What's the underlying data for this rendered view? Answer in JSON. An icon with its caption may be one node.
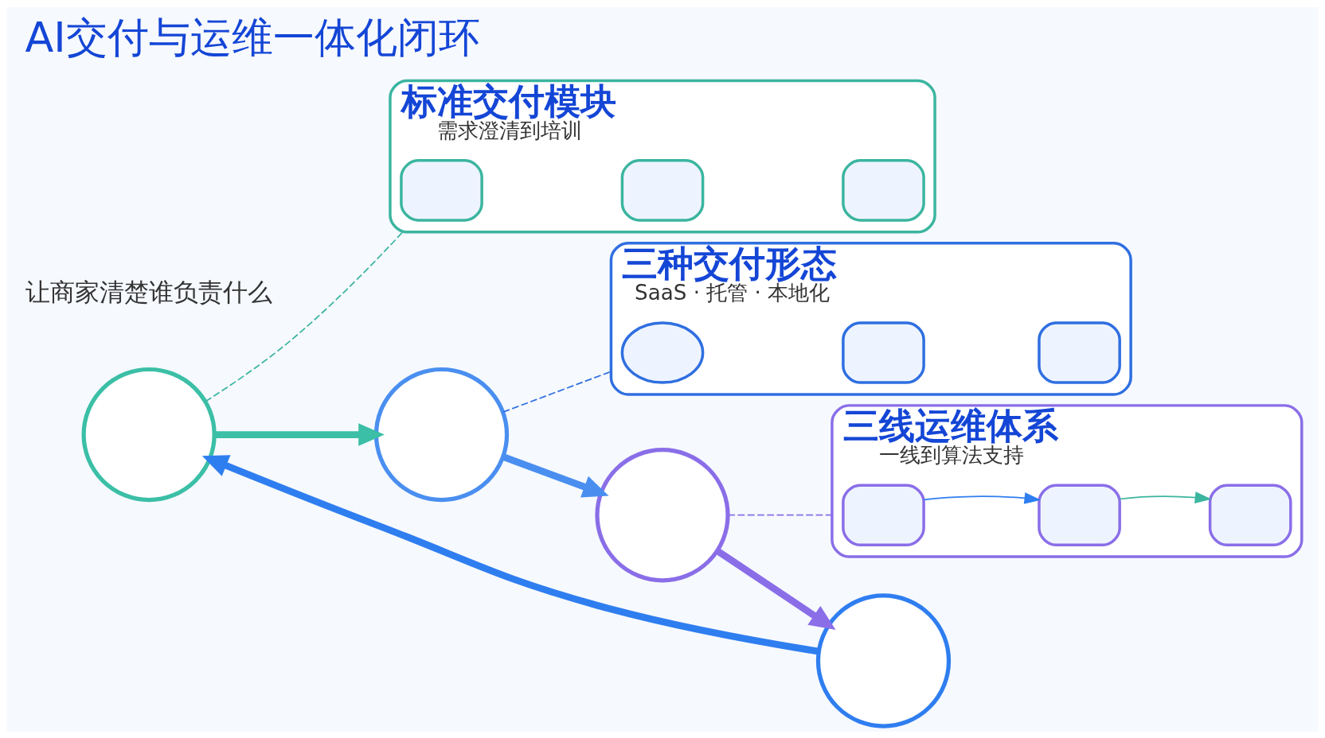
{
  "diagram": {
    "title": "AI交付与运维一体化闭环",
    "nodes": [
      {
        "text": [],
        "shape": "circle"
      },
      {
        "text": [],
        "shape": "circle"
      },
      {
        "text": [],
        "shape": "circle"
      },
      {
        "text": [],
        "shape": "circle"
      },
      {
        "text": [
          "标准交付模块",
          "需求澄清到培训"
        ]
      },
      {
        "text": [],
        "shape": "box",
        "in": 4
      },
      {
        "text": [],
        "shape": "box",
        "in": 4
      },
      {
        "text": [],
        "shape": "box",
        "in": 4
      },
      {
        "text": [
          "三种交付形态",
          "SaaS · 托管 · 本地化"
        ]
      },
      {
        "text": [],
        "shape": "cloud",
        "in": 8
      },
      {
        "text": [],
        "shape": "box",
        "in": 8
      },
      {
        "text": [],
        "shape": "box",
        "in": 8
      },
      {
        "text": [
          "三线运维体系",
          "一线到算法支持"
        ]
      },
      {
        "text": [],
        "shape": "box",
        "in": 12
      },
      {
        "text": [],
        "shape": "box",
        "in": 12
      },
      {
        "text": [],
        "shape": "box",
        "in": 12
      }
    ],
    "edges": [
      {
        "from": 0,
        "to": 1,
        "arrow": "to",
        "style": "thick",
        "color": "#3bbfa6"
      },
      {
        "from": 1,
        "to": 2,
        "arrow": "to",
        "style": "thick",
        "color": "#4a8ff0"
      },
      {
        "from": 2,
        "to": 3,
        "arrow": "to",
        "style": "thick",
        "color": "#8a6ee8"
      },
      {
        "from": 3,
        "to": 0,
        "arrow": "to",
        "style": "thick",
        "color": "#2f7ef0"
      },
      {
        "from": 0,
        "to": 4,
        "arrow": "none",
        "style": "dashed",
        "color": "#3bb5a0"
      },
      {
        "from": 1,
        "to": 8,
        "arrow": "none",
        "style": "dashed",
        "color": "#2f6fe0"
      },
      {
        "from": 2,
        "to": 12,
        "arrow": "none",
        "style": "dashed",
        "color": "#8a6ee8"
      },
      {
        "from": 13,
        "to": 14,
        "arrow": "to",
        "color": "#2f7ef0"
      },
      {
        "from": 14,
        "to": 15,
        "arrow": "to",
        "color": "#3bb5a0"
      }
    ],
    "labels": [
      "让商家清楚谁负责什么"
    ]
  }
}
